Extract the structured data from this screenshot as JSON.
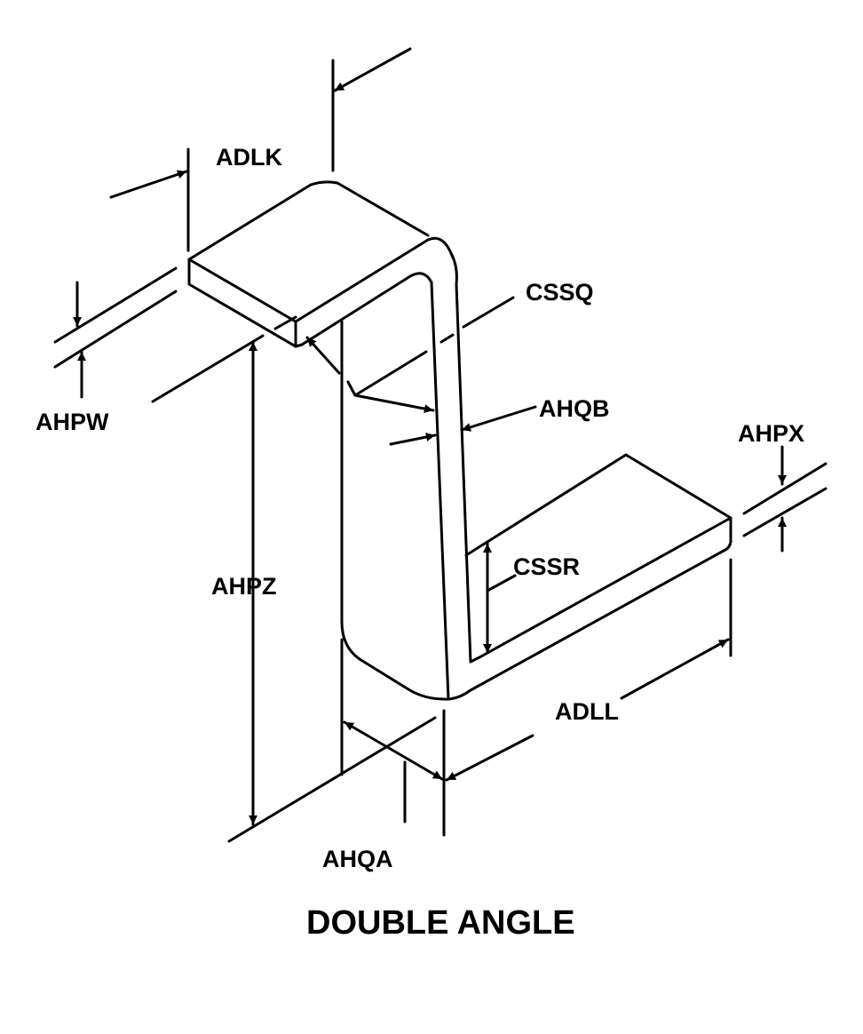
{
  "title": "DOUBLE ANGLE",
  "labels": {
    "adlk": "ADLK",
    "ahpw": "AHPW",
    "cssq": "CSSQ",
    "ahqb": "AHQB",
    "ahpx": "AHPX",
    "cssr": "CSSR",
    "ahpz": "AHPZ",
    "adll": "ADLL",
    "ahqa": "AHQA"
  }
}
